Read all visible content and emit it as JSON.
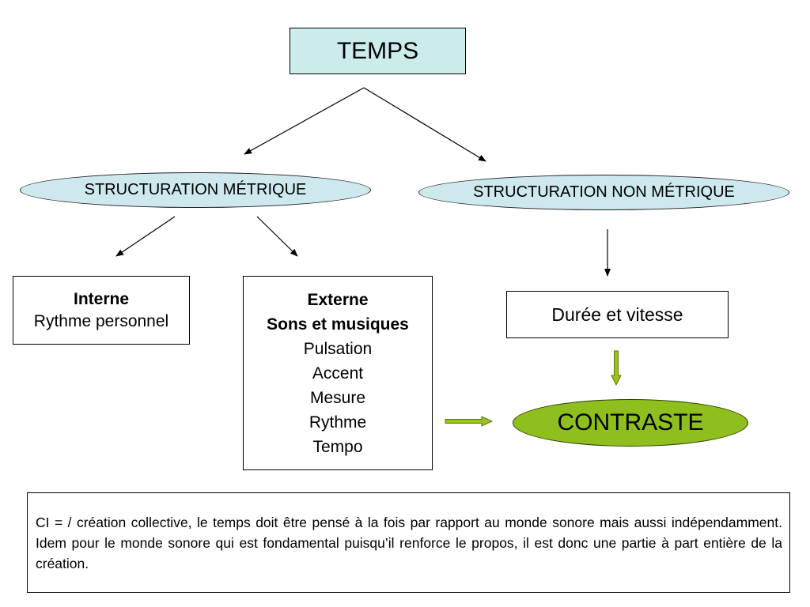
{
  "diagram": {
    "root": {
      "label": "TEMPS"
    },
    "branches": {
      "metrique": {
        "label": "STRUCTURATION MÉTRIQUE"
      },
      "non_metrique": {
        "label": "STRUCTURATION NON MÉTRIQUE"
      }
    },
    "interne": {
      "title": "Interne",
      "subtitle": "Rythme personnel"
    },
    "externe": {
      "title": "Externe",
      "subtitle": "Sons et musiques",
      "items": [
        "Pulsation",
        "Accent",
        "Mesure",
        "Rythme",
        "Tempo"
      ]
    },
    "duree": {
      "label": "Durée et vitesse"
    },
    "contraste": {
      "label": "CONTRASTE"
    },
    "note": {
      "text": "CI = / création collective, le temps doit être pensé à la fois par rapport au monde sonore mais aussi indépendamment. Idem pour le monde sonore qui est fondamental puisqu’il renforce le propos, il est donc une partie à part entière de la création."
    }
  },
  "colors": {
    "root_fill": "#ccecec",
    "ellipse_fill": "#cde9ee",
    "contraste_fill": "#8fbf1e",
    "green_arrow": "#9bc21c"
  }
}
